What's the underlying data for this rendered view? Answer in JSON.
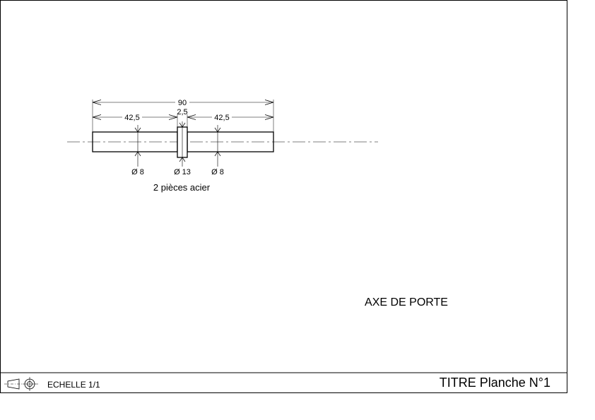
{
  "drawing": {
    "dimensions": {
      "overall_length": "90",
      "left_length": "42,5",
      "collar_width": "2,5",
      "right_length": "42,5",
      "diameter_left": "Ø 8",
      "diameter_collar": "Ø 13",
      "diameter_right": "Ø 8"
    },
    "note": "2 pièces acier",
    "part_name": "AXE DE PORTE"
  },
  "title_block": {
    "scale": "ECHELLE 1/1",
    "title": "TITRE Planche N°1",
    "projection_symbol": "first-angle-projection-icon"
  }
}
